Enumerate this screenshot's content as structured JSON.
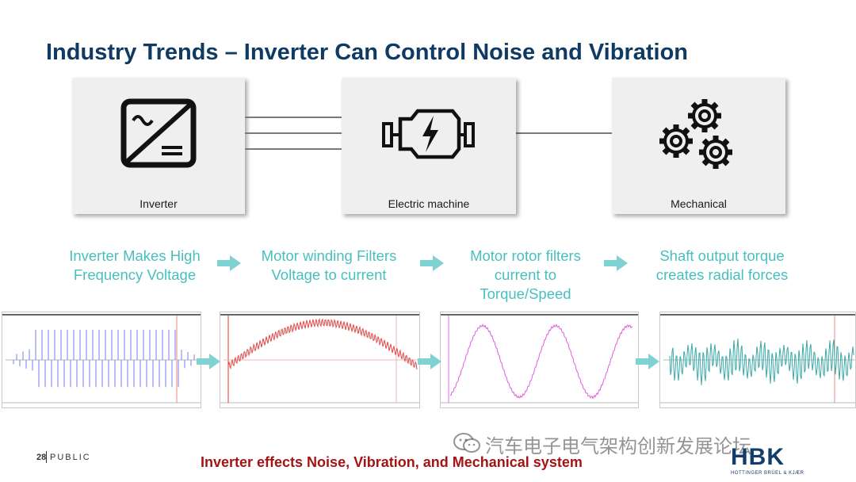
{
  "slide": {
    "title": "Industry Trends – Inverter Can Control Noise and Vibration",
    "boxes": [
      {
        "label": "Inverter",
        "icon": "inverter-icon"
      },
      {
        "label": "Electric machine",
        "icon": "electric-motor-icon"
      },
      {
        "label": "Mechanical",
        "icon": "gears-icon"
      }
    ],
    "steps": [
      {
        "line1": "Inverter Makes High",
        "line2": "Frequency Voltage",
        "line3": ""
      },
      {
        "line1": "Motor winding Filters",
        "line2": "Voltage to current",
        "line3": ""
      },
      {
        "line1": "Motor rotor filters",
        "line2": "current to",
        "line3": "Torque/Speed"
      },
      {
        "line1": "Shaft output torque",
        "line2": "creates radial forces",
        "line3": ""
      }
    ],
    "waveforms": [
      {
        "kind": "pwm-voltage",
        "color": "#7b7fe0"
      },
      {
        "kind": "sine-current",
        "color": "#e04a4a"
      },
      {
        "kind": "torque-speed",
        "color": "#e060e0"
      },
      {
        "kind": "radial-forces",
        "color": "#3aa8a8"
      }
    ],
    "footnote": "Inverter effects Noise, Vibration, and Mechanical system",
    "page_number": "28",
    "classification": "PUBLIC",
    "watermark": "汽车电子电气架构创新发展论坛",
    "logo": {
      "text": "HBK",
      "subtitle": "HOTTINGER BRÜEL & KJÆR"
    },
    "colors": {
      "title": "#0f3a63",
      "step_text": "#48bfbf",
      "arrow": "#7fd2d2",
      "footnote": "#a51414"
    }
  }
}
